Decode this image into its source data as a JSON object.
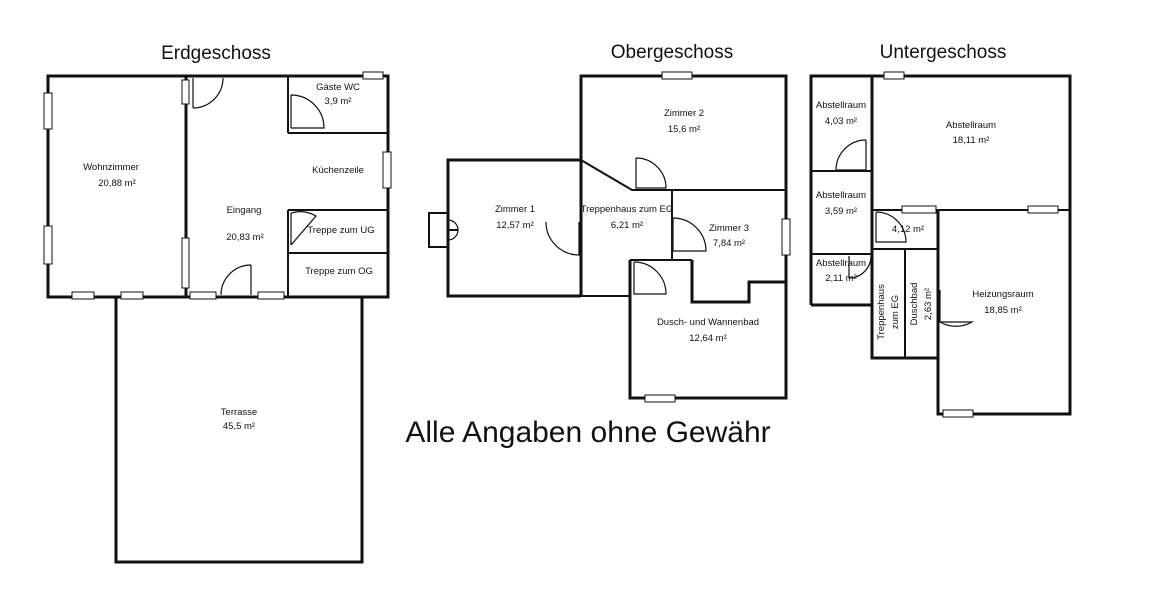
{
  "floors": {
    "erdgeschoss": {
      "title": "Erdgeschoss",
      "rooms": {
        "wohnzimmer": {
          "name": "Wohnzimmer",
          "area": "20,88 m²"
        },
        "gaeste_wc": {
          "name": "Gäste WC",
          "area": "3,9 m²"
        },
        "kuechenzeile": {
          "name": "Küchenzeile"
        },
        "eingang": {
          "name": "Eingang",
          "area": "20,83 m²"
        },
        "treppe_ug": {
          "name": "Treppe zum UG"
        },
        "treppe_og": {
          "name": "Treppe zum OG"
        },
        "terrasse": {
          "name": "Terrasse",
          "area": "45,5 m²"
        }
      }
    },
    "obergeschoss": {
      "title": "Obergeschoss",
      "rooms": {
        "zimmer2": {
          "name": "Zimmer 2",
          "area": "15,6 m²"
        },
        "zimmer1": {
          "name": "Zimmer 1",
          "area": "12,57 m²"
        },
        "treppenhaus": {
          "name": "Treppenhaus zum EG",
          "area": "6,21 m²"
        },
        "zimmer3": {
          "name": "Zimmer 3",
          "area": "7,84 m²"
        },
        "bad": {
          "name": "Dusch- und Wannenbad",
          "area": "12,64 m²"
        }
      }
    },
    "untergeschoss": {
      "title": "Untergeschoss",
      "rooms": {
        "abstell1": {
          "name": "Abstellraum",
          "area": "4,03 m²"
        },
        "abstell_gross": {
          "name": "Abstellraum",
          "area": "18,11 m²"
        },
        "abstell2": {
          "name": "Abstellraum",
          "area": "3,59 m²"
        },
        "flur": {
          "area": "4,12 m²"
        },
        "abstell3": {
          "name": "Abstellraum",
          "area": "2,11 m²"
        },
        "treppenhaus_line1": {
          "name": "Treppenhaus"
        },
        "treppenhaus_line2": {
          "name": "zum EG"
        },
        "duschbad": {
          "name": "Duschbad",
          "area": "2,63 m²"
        },
        "heizungsraum": {
          "name": "Heizungsraum",
          "area": "18,85 m²"
        }
      }
    }
  },
  "disclaimer": "Alle Angaben ohne Gewähr"
}
